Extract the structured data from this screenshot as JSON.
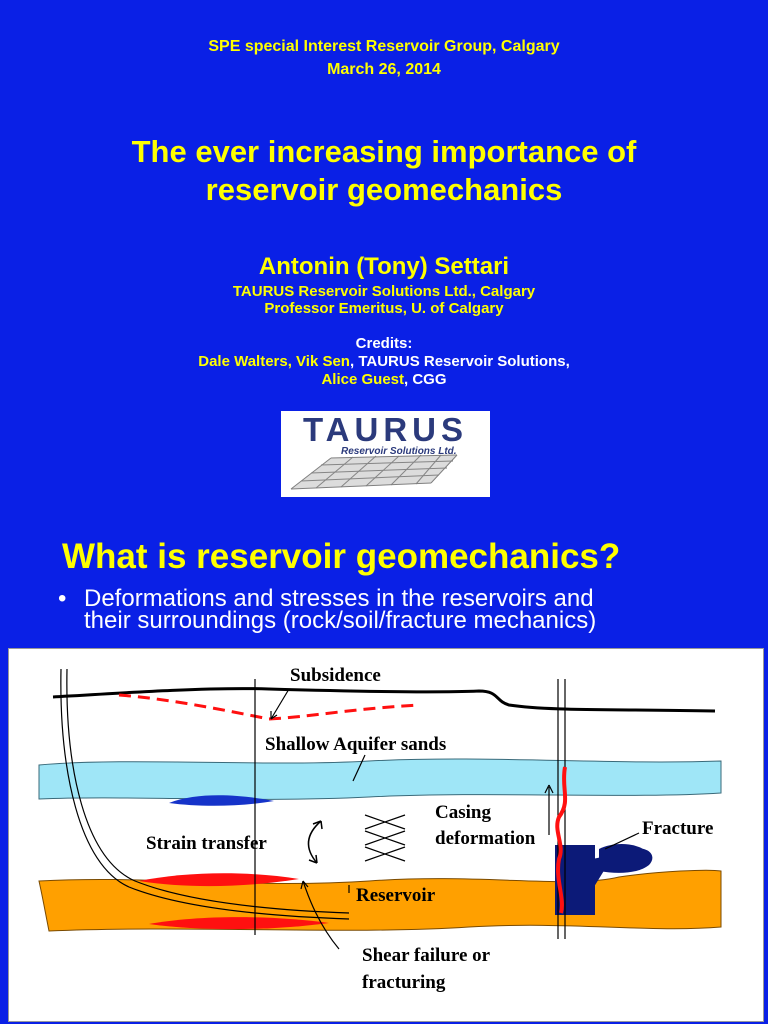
{
  "header": {
    "line1": "SPE special Interest Reservoir Group, Calgary",
    "line2": "March 26, 2014"
  },
  "title": {
    "line1": "The ever increasing importance of",
    "line2": "reservoir geomechanics"
  },
  "author": {
    "name": "Antonin (Tony) Settari",
    "affiliation1": "TAURUS Reservoir Solutions Ltd., Calgary",
    "affiliation2": "Professor Emeritus, U. of Calgary"
  },
  "credits": {
    "heading": "Credits:",
    "names1": "Dale Walters, Vik Sen",
    "org1": ", TAURUS Reservoir Solutions,",
    "names2": "Alice Guest",
    "org2": ", CGG"
  },
  "logo": {
    "name": "TAURUS",
    "subtitle": "Reservoir Solutions Ltd."
  },
  "section": {
    "title": "What is reservoir geomechanics?",
    "bullet_line1": "Deformations and stresses in the reservoirs and",
    "bullet_line2": "their surroundings (rock/soil/fracture mechanics)"
  },
  "diagram": {
    "labels": {
      "subsidence": "Subsidence",
      "aquifer": "Shallow Aquifer sands",
      "casing1": "Casing",
      "casing2": "deformation",
      "fracture": "Fracture",
      "strain": "Strain transfer",
      "reservoir": "Reservoir",
      "shear1": "Shear failure or",
      "shear2": "fracturing"
    },
    "colors": {
      "aquifer": "#9fe6f7",
      "reservoir": "#ffa000",
      "red": "#ff1010",
      "navy": "#0c1a78",
      "blue_lens": "#1533c9"
    }
  }
}
